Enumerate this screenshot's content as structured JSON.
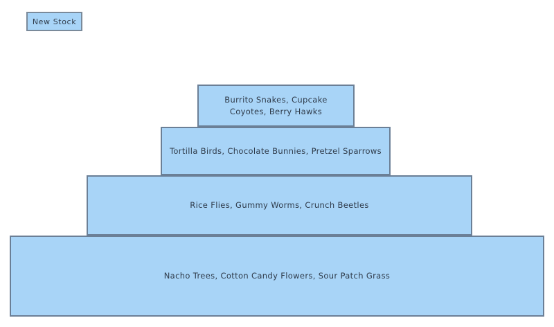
{
  "toolbar": {
    "new_stock_label": "New Stock"
  },
  "colors": {
    "level_fill": "#a8d4f7",
    "level_border": "#6b7f96",
    "button_fill": "#a8d4f7",
    "button_border": "#7a8a9a",
    "text": "#2f3b4a",
    "background": "#ffffff"
  },
  "pyramid": {
    "levels": [
      {
        "index": 1,
        "label": "Burrito Snakes, Cupcake Coyotes, Berry Hawks"
      },
      {
        "index": 2,
        "label": "Tortilla Birds, Chocolate Bunnies, Pretzel Sparrows"
      },
      {
        "index": 3,
        "label": "Rice Flies, Gummy Worms, Crunch Beetles"
      },
      {
        "index": 4,
        "label": "Nacho Trees, Cotton Candy Flowers, Sour Patch Grass"
      }
    ]
  }
}
